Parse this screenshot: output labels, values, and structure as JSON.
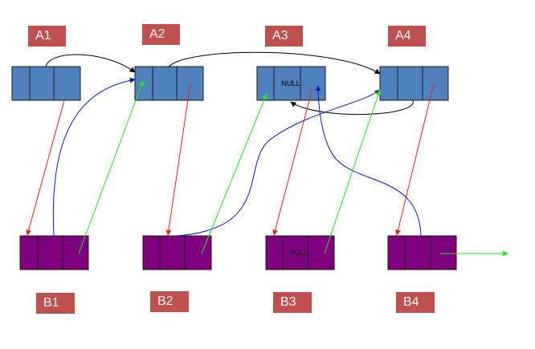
{
  "colors": {
    "a_fill": "#4f81bd",
    "b_fill": "#800080",
    "label_fill": "#c0504d",
    "label_text": "#ffffff",
    "cell_stroke": "#1a1a1a",
    "black_arrow": "#000000",
    "red_arrow": "#e8231e",
    "blue_arrow": "#0a19c6",
    "green_arrow": "#1fe81f"
  },
  "labels": {
    "a1": "A1",
    "a2": "A2",
    "a3": "A3",
    "a4": "A4",
    "b1": "B1",
    "b2": "B2",
    "b3": "B3",
    "b4": "B4"
  },
  "nodes": {
    "a3_null": "NULL",
    "b3_null": "NULL"
  }
}
